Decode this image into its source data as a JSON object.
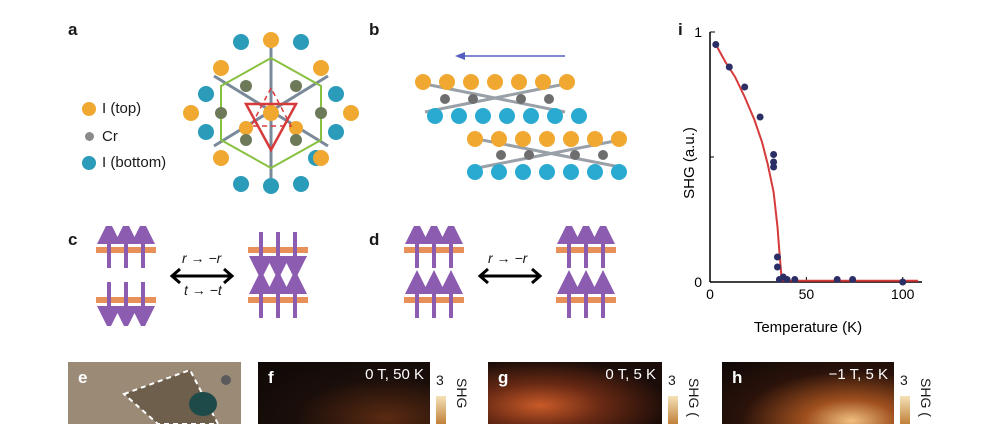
{
  "panels": {
    "a": "a",
    "b": "b",
    "c": "c",
    "d": "d",
    "e": "e",
    "f": "f",
    "g": "g",
    "h": "h",
    "i": "i"
  },
  "legend": [
    {
      "label": "I (top)",
      "color": "#f0a830"
    },
    {
      "label": "Cr",
      "color": "#8a8a8a"
    },
    {
      "label": "I (bottom)",
      "color": "#2a9bb8"
    }
  ],
  "ops": {
    "c_space": "r → −r",
    "c_time": "t → −t",
    "d_space": "r → −r"
  },
  "images": {
    "f": {
      "label": "0 T, 50 K",
      "cbar_max": "3",
      "cbar_label": "SHG"
    },
    "g": {
      "label": "0 T, 5 K",
      "cbar_max": "3",
      "cbar_label": "SHG ("
    },
    "h": {
      "label": "−1 T, 5 K",
      "cbar_max": "3",
      "cbar_label": "SHG ("
    }
  },
  "colors": {
    "spin": "#8b5cb0",
    "layer": "#e8905a",
    "fit": "#d63a3a",
    "points": "#2c2f66",
    "arrow": "#5560c0"
  },
  "chart_data": {
    "type": "scatter",
    "xlabel": "Temperature (K)",
    "ylabel": "SHG (a.u.)",
    "xlim": [
      0,
      110
    ],
    "ylim": [
      0,
      1
    ],
    "x_ticks": [
      "0",
      "50",
      "100"
    ],
    "y_ticks": [
      "0",
      "1"
    ],
    "series": [
      {
        "x": [
          3,
          10,
          18,
          26,
          33,
          33,
          33,
          35,
          35,
          36,
          38,
          40,
          44,
          66,
          74,
          100
        ],
        "y": [
          0.95,
          0.86,
          0.78,
          0.66,
          0.51,
          0.48,
          0.46,
          0.1,
          0.06,
          0.01,
          0.02,
          0.01,
          0.01,
          0.01,
          0.01,
          0.0
        ]
      }
    ],
    "fit": {
      "x": [
        3,
        8,
        13,
        18,
        23,
        27,
        30,
        33,
        35,
        36,
        37,
        38,
        40,
        60,
        80,
        108
      ],
      "y": [
        0.95,
        0.88,
        0.82,
        0.74,
        0.65,
        0.56,
        0.47,
        0.36,
        0.22,
        0.12,
        0.03,
        0.005,
        0.005,
        0.005,
        0.005,
        0.005
      ]
    }
  }
}
